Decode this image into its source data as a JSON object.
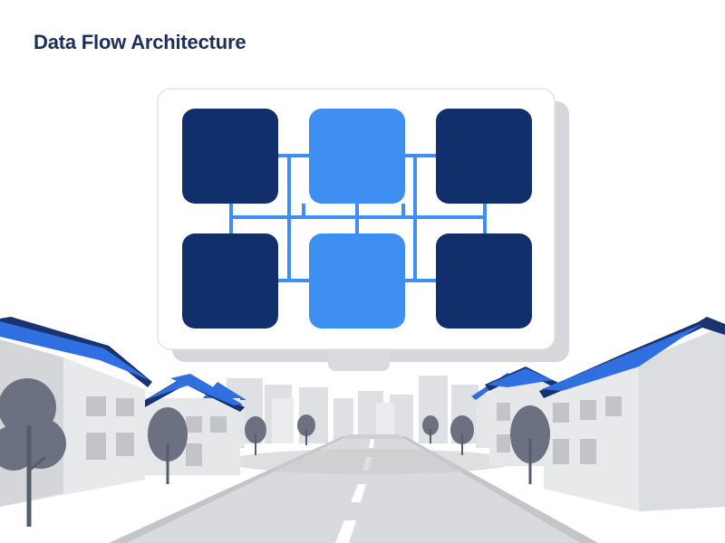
{
  "header": {
    "title": "Data Flow Architecture"
  },
  "diagram": {
    "nodes": [
      {
        "id": "top-left",
        "color": "#102f6b"
      },
      {
        "id": "top-center",
        "color": "#3f8ef2"
      },
      {
        "id": "top-right",
        "color": "#102f6b"
      },
      {
        "id": "bottom-left",
        "color": "#102f6b"
      },
      {
        "id": "bottom-center",
        "color": "#3f8ef2"
      },
      {
        "id": "bottom-right",
        "color": "#102f6b"
      }
    ],
    "connector_color": "#3f8ef2"
  },
  "colors": {
    "roof": "#2f6fe0",
    "roof_dark": "#18336f",
    "wall": "#e4e5e7",
    "wall_shade": "#cfd1d4",
    "window": "#c2c4c8",
    "tree": "#6b7180",
    "road": "#dcdde0",
    "city": "#d8d9dc"
  }
}
